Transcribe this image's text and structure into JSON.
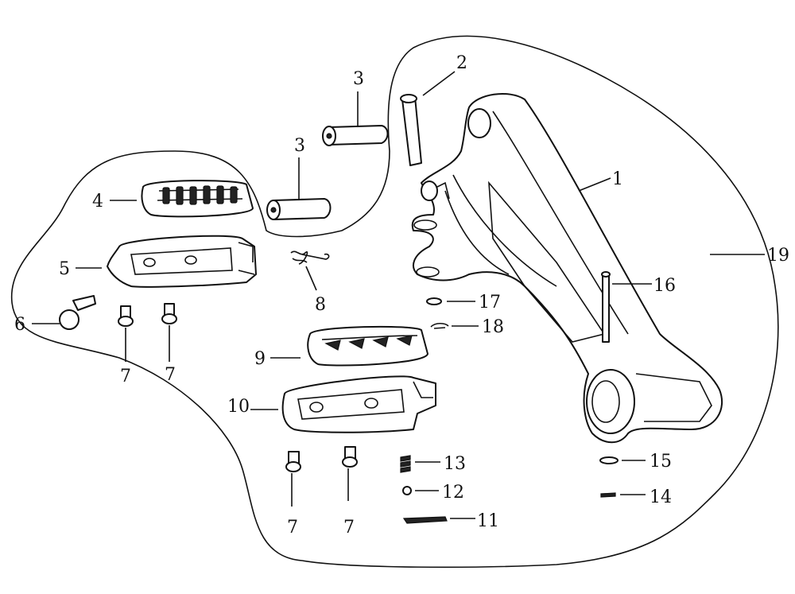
{
  "callouts": {
    "c1": "1",
    "c2": "2",
    "c3a": "3",
    "c3b": "3",
    "c4": "4",
    "c5": "5",
    "c6": "6",
    "c7a": "7",
    "c7b": "7",
    "c7c": "7",
    "c7d": "7",
    "c8": "8",
    "c9": "9",
    "c10": "10",
    "c11": "11",
    "c12": "12",
    "c13": "13",
    "c14": "14",
    "c15": "15",
    "c16": "16",
    "c17": "17",
    "c18": "18",
    "c19": "19"
  }
}
